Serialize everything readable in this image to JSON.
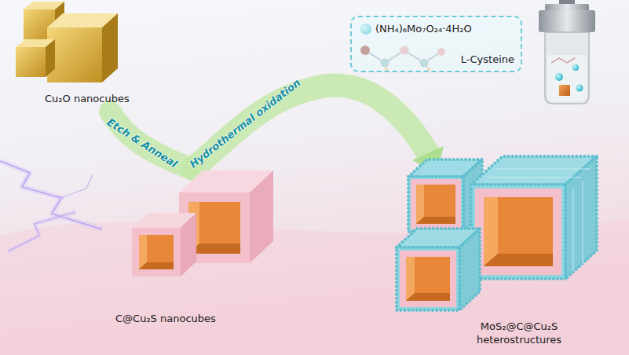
{
  "diagram": {
    "nodes": [
      {
        "text": [
          "(NH₄)₆Mo₇O₂₄·4H₂O",
          "L-Cysteine"
        ]
      }
    ],
    "labels": [
      "Cu₂O nanocubes",
      "Etch & Anneal",
      "Hydrothermal oxidation",
      "C@Cu₂S nanocubes",
      "MoS₂@C@Cu₂S heterostructures"
    ]
  }
}
